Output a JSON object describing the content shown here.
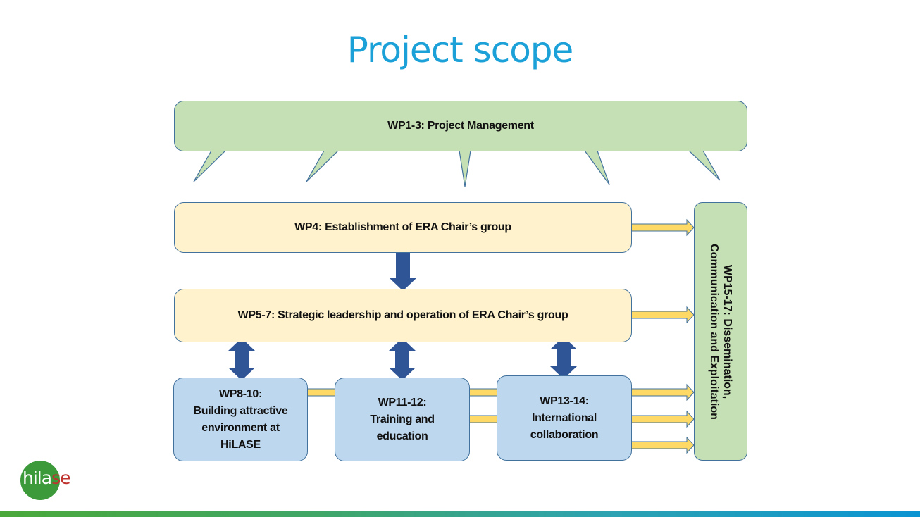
{
  "page": {
    "title": "Project scope"
  },
  "diagram": {
    "project_management": {
      "label": "WP1-3: Project Management"
    },
    "wp4": {
      "label": "WP4: Establishment of ERA Chair’s group"
    },
    "wp5_7": {
      "label": "WP5-7: Strategic leadership and operation of ERA Chair’s group"
    },
    "wp8_10": {
      "line1": "WP8-10:",
      "line2": "Building attractive",
      "line3": "environment at",
      "line4": "HiLASE"
    },
    "wp11_12": {
      "line1": "WP11-12:",
      "line2": "Training and",
      "line3": "education"
    },
    "wp13_14": {
      "line1": "WP13-14:",
      "line2": "International",
      "line3": "collaboration"
    },
    "wp15_17": {
      "line1": "WP15-17: Dissemination,",
      "line2": "Communication and Exploitation"
    },
    "colors": {
      "management_fill": "#c5e0b4",
      "core_fill": "#fff2cc",
      "task_fill": "#bdd7ee",
      "border": "#41719c",
      "vertical_arrow": "#2f5597",
      "flow_arrow": "#ffd966"
    }
  },
  "logo": {
    "part1": "hila",
    "part2": "se"
  }
}
